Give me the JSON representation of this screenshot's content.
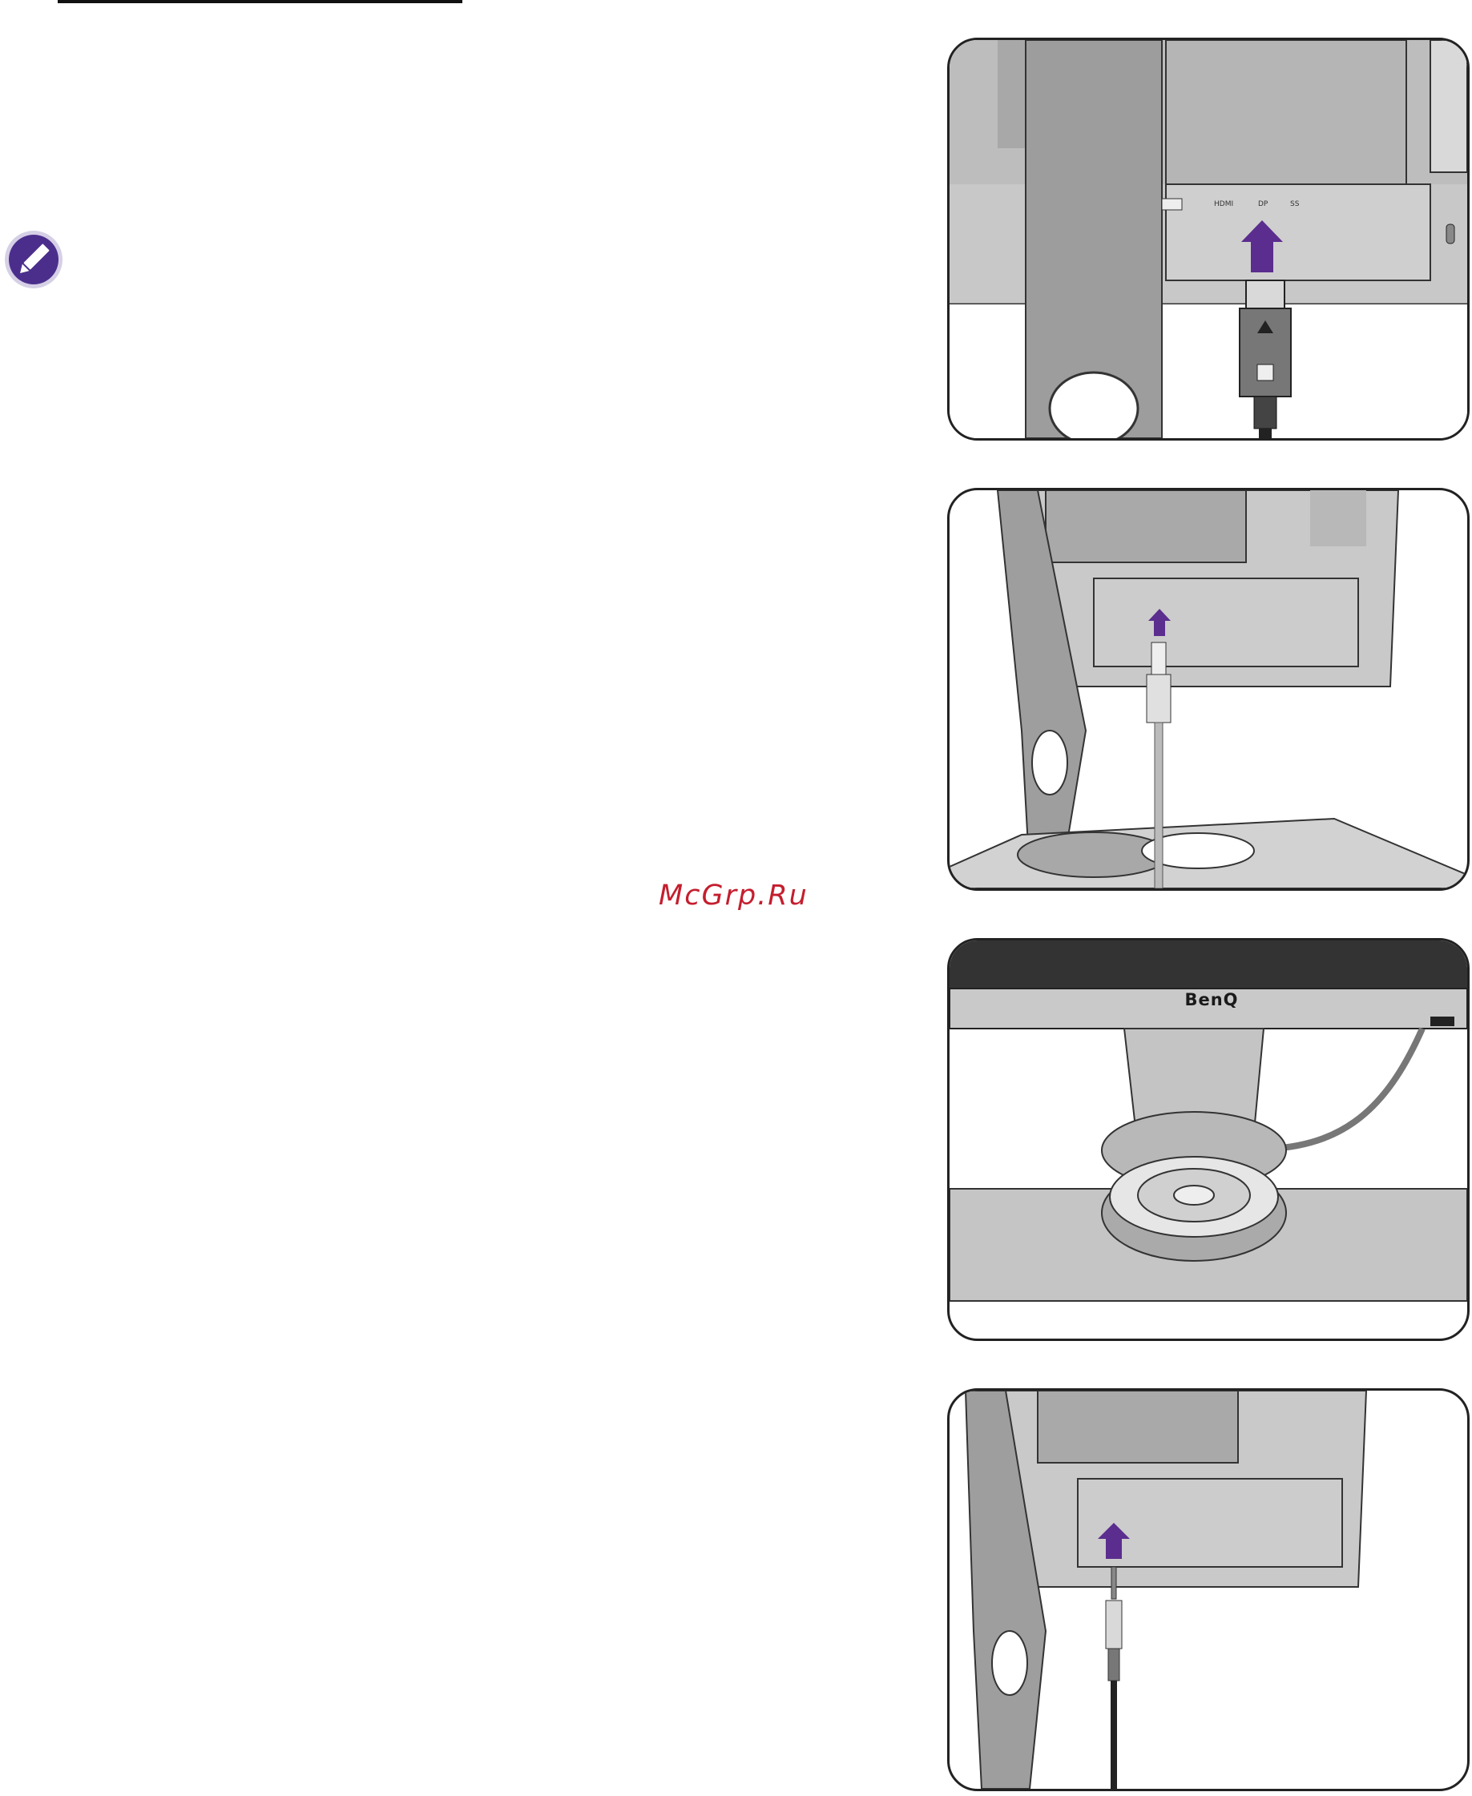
{
  "watermark": {
    "text": "McGrp.Ru"
  },
  "note": {
    "icon": "pencil-note-icon",
    "color": "#4b2e8c"
  },
  "accent_arrow_color": "#5b2d8e",
  "panels": [
    {
      "name": "displayport-connection",
      "port_labels": [
        "HDMI",
        "DP",
        "SS"
      ]
    },
    {
      "name": "usb-mini-connection"
    },
    {
      "name": "osd-controller-placement",
      "brand_logo": "BenQ"
    },
    {
      "name": "headphone-connection"
    }
  ]
}
